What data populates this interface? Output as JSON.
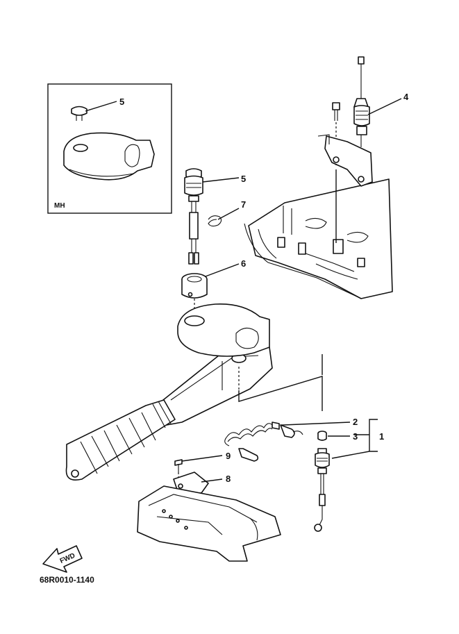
{
  "diagram": {
    "inset_label": "MH",
    "drawing_code": "68R0010-1140",
    "fwd_label": "FWD",
    "callouts": {
      "c5_inset": "5",
      "c5_main": "5",
      "c4": "4",
      "c7": "7",
      "c6": "6",
      "c2": "2",
      "c3": "3",
      "c1": "1",
      "c9": "9",
      "c8": "8"
    }
  }
}
